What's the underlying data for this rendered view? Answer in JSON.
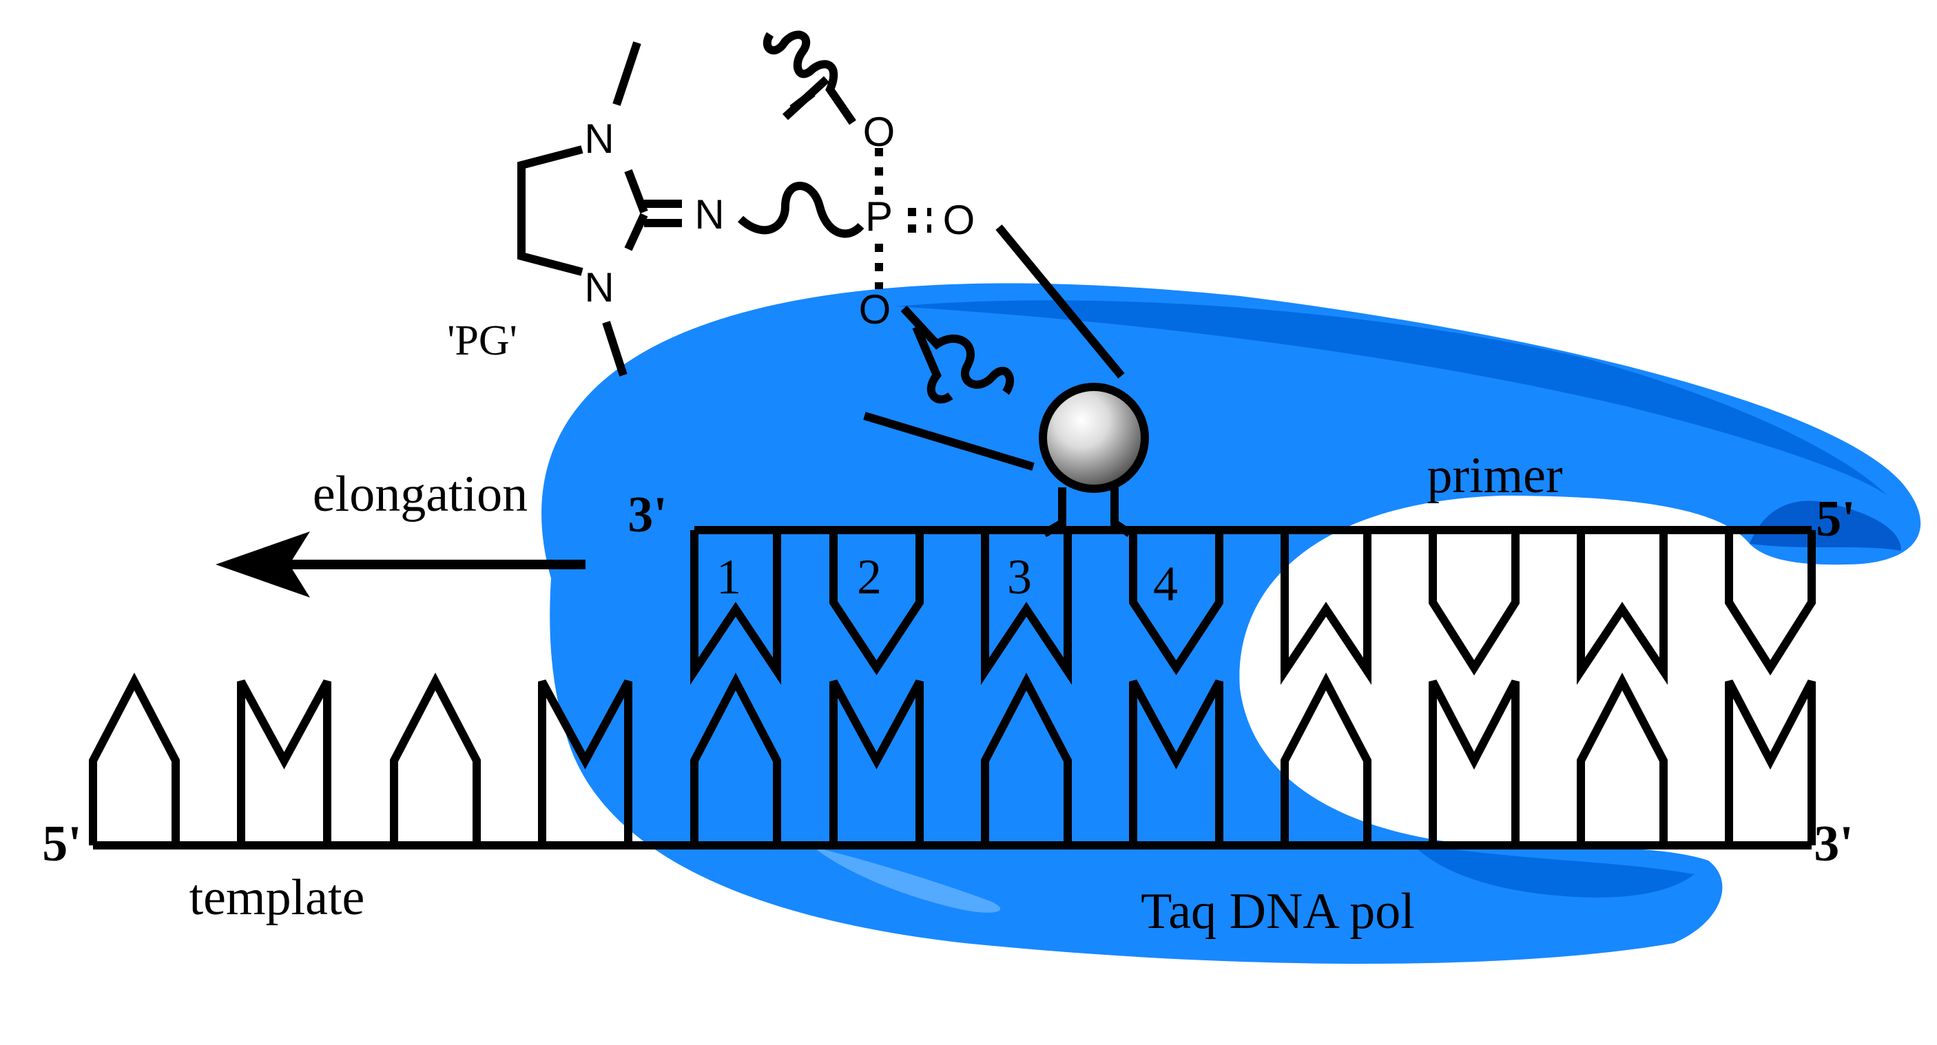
{
  "labels": {
    "elongation": "elongation",
    "template": "template",
    "primer": "primer",
    "enzyme": "Taq DNA pol",
    "protecting_group": "'PG'",
    "primer_3prime": "3'",
    "primer_5prime": "5'",
    "template_5prime": "5'",
    "template_3prime": "3'"
  },
  "bases": {
    "numbered": [
      "1",
      "2",
      "3",
      "4"
    ]
  },
  "structure": {
    "atom_N_top": "N",
    "atom_N_bottom": "N",
    "atom_N_imine": "N",
    "atom_P": "P",
    "atom_O_top": "O",
    "atom_O_right": "O",
    "atom_O_bottom": "O"
  },
  "colors": {
    "enzyme_fill": "#1888FF",
    "enzyme_shade": "#0066DD",
    "enzyme_dark": "#0050C0",
    "stroke": "#000000"
  },
  "icons": {
    "metal_ion": "grey-sphere-icon",
    "arrow": "arrow-left-icon"
  }
}
